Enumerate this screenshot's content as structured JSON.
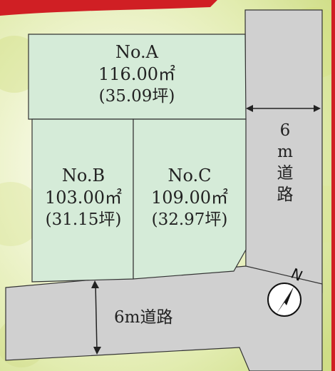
{
  "lots": [
    {
      "id": "A",
      "name": "No.A",
      "area": "116.00㎡",
      "tsubo": "(35.09坪)"
    },
    {
      "id": "B",
      "name": "No.B",
      "area": "103.00㎡",
      "tsubo": "(31.15坪)"
    },
    {
      "id": "C",
      "name": "No.C",
      "area": "109.00㎡",
      "tsubo": "(32.97坪)"
    }
  ],
  "roads": {
    "vertical": {
      "chars": [
        "6",
        "m",
        "道",
        "路"
      ]
    },
    "horizontal": {
      "label": "6m道路"
    }
  },
  "compass": {
    "label": "N"
  },
  "colors": {
    "lot_fill": "#d5ebd8",
    "road_fill": "#d0d0d0",
    "background": "#eaf0c8",
    "accent_red": "#d01f24",
    "line": "#222222"
  }
}
